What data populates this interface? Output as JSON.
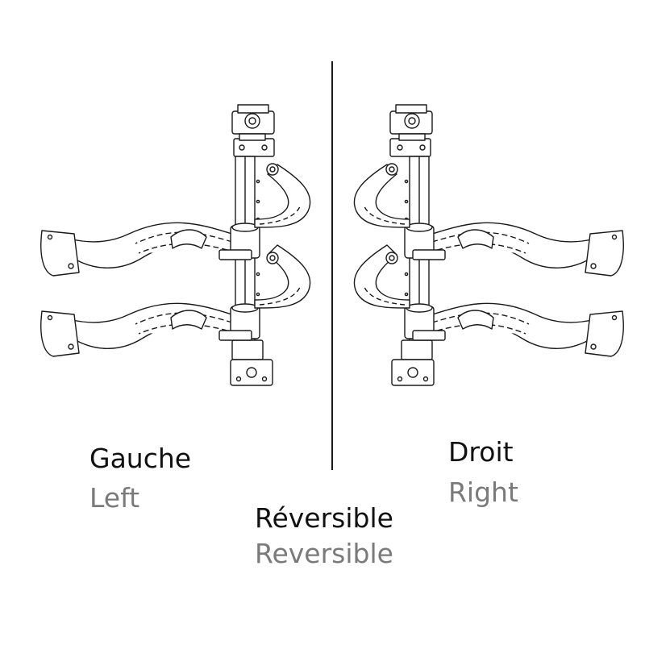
{
  "colors": {
    "line": "#1a1a1a",
    "fill": "#ffffff",
    "label_primary": "#111111",
    "label_secondary": "#7a7a7a"
  },
  "labels": {
    "left_fr": "Gauche",
    "left_en": "Left",
    "right_fr": "Droit",
    "right_en": "Right",
    "center_fr": "Réversible",
    "center_en": "Reversible"
  }
}
